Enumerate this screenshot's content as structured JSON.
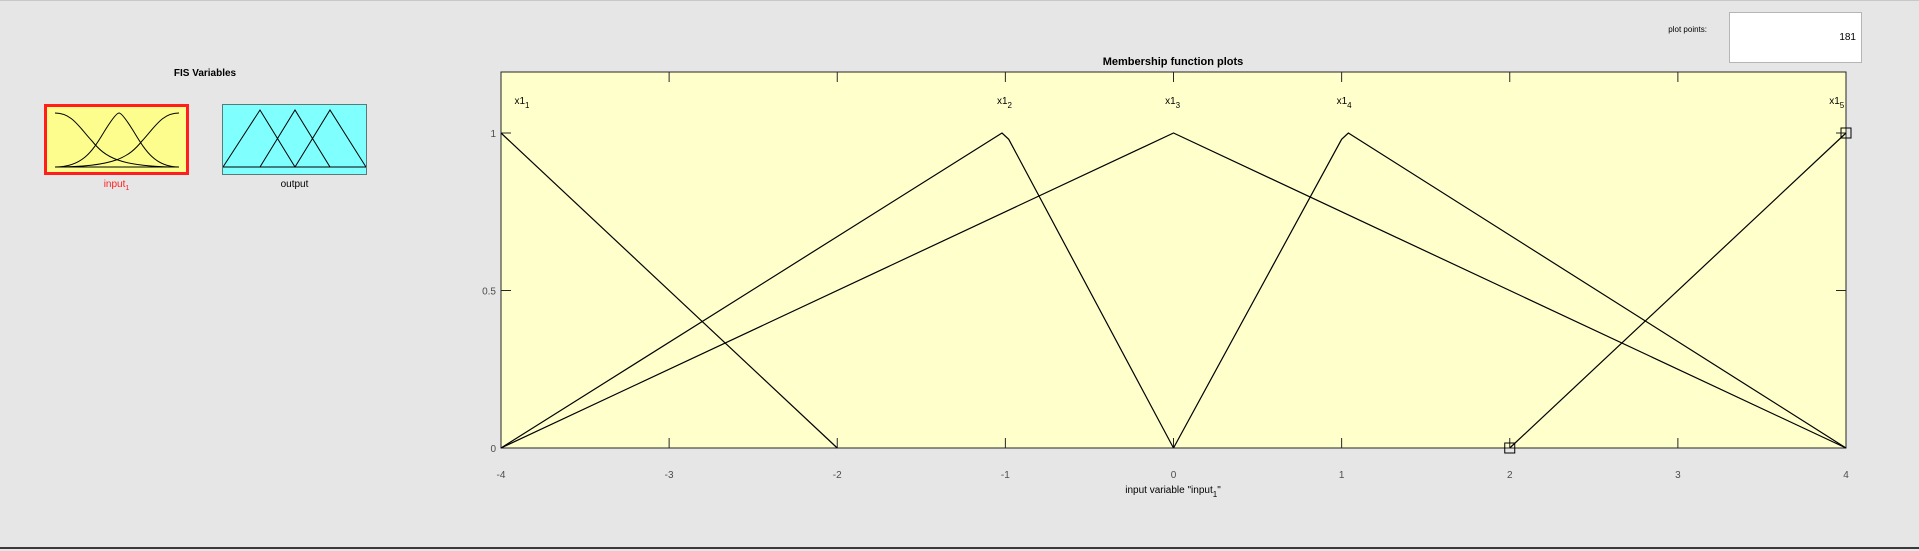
{
  "fis_panel": {
    "title": "FIS Variables",
    "input_var": {
      "name": "input",
      "subscript": "1"
    },
    "output_var": {
      "name": "output"
    }
  },
  "plot_points": {
    "label": "plot points:",
    "value": "181"
  },
  "colors": {
    "background": "#e6e6e6",
    "plot_background": "#ffffcc",
    "input_box": "#fdfd8e",
    "input_border": "#ff1d1d",
    "output_box": "#80ffff"
  },
  "chart_data": {
    "type": "line",
    "title": "Membership function plots",
    "xlabel": {
      "text": "input variable \"input",
      "subscript": "1",
      "suffix": "\""
    },
    "xlim": [
      -4,
      4
    ],
    "ylim": [
      0,
      1
    ],
    "xticks": [
      -4,
      -3,
      -2,
      -1,
      0,
      1,
      2,
      3,
      4
    ],
    "yticks": [
      0,
      0.5,
      1
    ],
    "grid": false,
    "series": [
      {
        "name": "x1",
        "subscript": "1",
        "label_x": -3.92,
        "x": [
          -4,
          -2
        ],
        "y": [
          1,
          0
        ]
      },
      {
        "name": "x1",
        "subscript": "2",
        "label_x": -1.05,
        "x": [
          -4,
          -1.02,
          -0.98,
          0
        ],
        "y": [
          0,
          1,
          0.98,
          0
        ]
      },
      {
        "name": "x1",
        "subscript": "3",
        "label_x": -0.05,
        "x": [
          -4,
          0,
          4
        ],
        "y": [
          0,
          1,
          0
        ]
      },
      {
        "name": "x1",
        "subscript": "4",
        "label_x": 0.97,
        "x": [
          0,
          1.0,
          1.04,
          4
        ],
        "y": [
          0,
          0.98,
          1,
          0
        ]
      },
      {
        "name": "x1",
        "subscript": "5",
        "label_x": 3.9,
        "x": [
          2,
          4
        ],
        "y": [
          0,
          1
        ]
      }
    ],
    "selected_points": [
      {
        "x": 2,
        "y": 0
      },
      {
        "x": 4,
        "y": 1
      }
    ]
  }
}
